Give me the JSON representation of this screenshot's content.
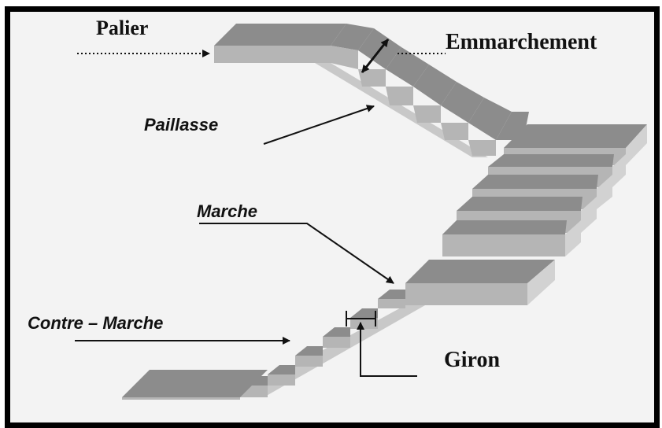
{
  "labels": {
    "palier": "Palier",
    "emmarchement": "Emmarchement",
    "paillasse": "Paillasse",
    "marche": "Marche",
    "contre_marche": "Contre – Marche",
    "giron": "Giron"
  },
  "colors": {
    "frame": "#000000",
    "background": "#f3f3f3",
    "step_top": "#8c8c8c",
    "step_front": "#b5b5b5",
    "step_side": "#d2d2d2",
    "arrow": "#111111"
  }
}
